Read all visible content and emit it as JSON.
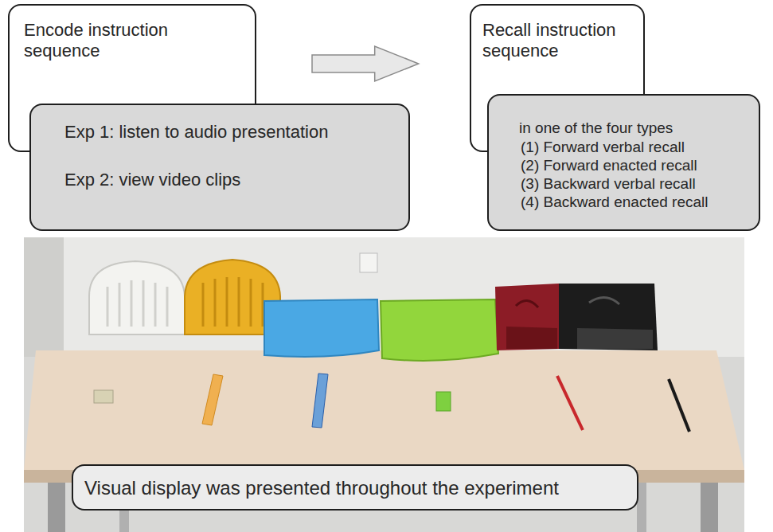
{
  "diagram": {
    "nodes": [
      {
        "text": [
          "Encode instruction sequence"
        ]
      },
      {
        "text": [
          "Exp 1: listen to audio presentation",
          "Exp 2: view video clips"
        ]
      },
      {
        "text": [
          "Recall instruction sequence"
        ]
      },
      {
        "text": [
          "in one of the four types",
          "(1) Forward verbal recall",
          "(2) Forward enacted recall",
          "(3) Backward verbal recall",
          "(4) Backward enacted recall"
        ]
      },
      {
        "text": [
          "Visual display was presented throughout the experiment"
        ]
      }
    ],
    "edges": [
      {
        "from": 0,
        "to": 2,
        "arrow": "to"
      }
    ]
  }
}
